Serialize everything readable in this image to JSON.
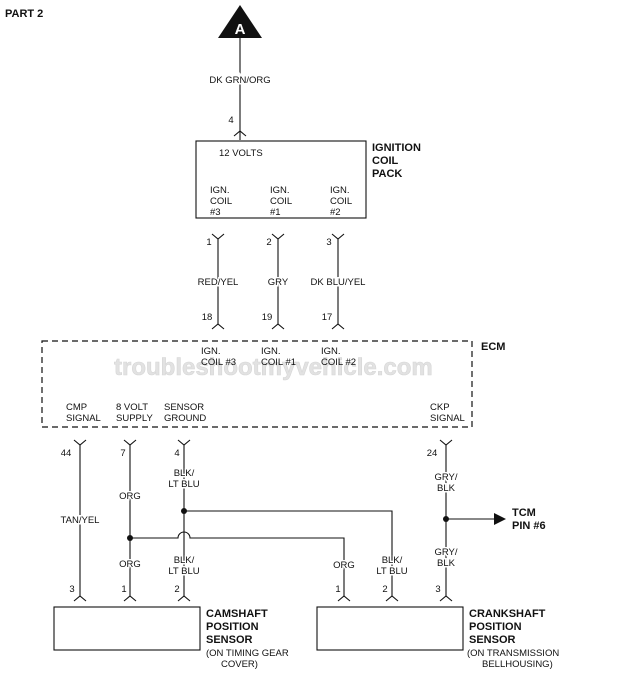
{
  "page_label": "PART 2",
  "connector": {
    "letter": "A"
  },
  "watermark": "troubleshootmyvehicle.com",
  "top_wire": {
    "color": "DK GRN/ORG",
    "pin": "4"
  },
  "coil_pack": {
    "title": [
      "IGNITION",
      "COIL",
      "PACK"
    ],
    "voltage": "12 VOLTS",
    "coils": [
      [
        "IGN.",
        "COIL",
        "#3"
      ],
      [
        "IGN.",
        "COIL",
        "#1"
      ],
      [
        "IGN.",
        "COIL",
        "#2"
      ]
    ]
  },
  "coil_wires": [
    {
      "pin_top": "1",
      "color": "RED/YEL",
      "pin_bottom": "18"
    },
    {
      "pin_top": "2",
      "color": "GRY",
      "pin_bottom": "19"
    },
    {
      "pin_top": "3",
      "color": "DK BLU/YEL",
      "pin_bottom": "17"
    }
  ],
  "ecm": {
    "title": "ECM",
    "coil_labels": [
      [
        "IGN.",
        "COIL #3"
      ],
      [
        "IGN.",
        "COIL #1"
      ],
      [
        "IGN.",
        "COIL #2"
      ]
    ],
    "signals": [
      [
        "CMP",
        "SIGNAL"
      ],
      [
        "8 VOLT",
        "SUPPLY"
      ],
      [
        "SENSOR",
        "GROUND"
      ],
      [
        "CKP",
        "SIGNAL"
      ]
    ],
    "pins": [
      "44",
      "7",
      "4",
      "24"
    ]
  },
  "wires": {
    "cmp_signal": "TAN/YEL",
    "supply_top": "ORG",
    "supply_bottom": "ORG",
    "supply_crank": "ORG",
    "ground_top": [
      "BLK/",
      "LT BLU"
    ],
    "ground_cam": [
      "BLK/",
      "LT BLU"
    ],
    "ground_crank": [
      "BLK/",
      "LT BLU"
    ],
    "ckp_top": [
      "GRY/",
      "BLK"
    ],
    "ckp_bottom": [
      "GRY/",
      "BLK"
    ]
  },
  "tcm": [
    "TCM",
    "PIN #6"
  ],
  "cam_sensor": {
    "title": [
      "CAMSHAFT",
      "POSITION",
      "SENSOR"
    ],
    "note": [
      "(ON TIMING GEAR",
      "COVER)"
    ],
    "pins": [
      "3",
      "1",
      "2"
    ]
  },
  "crank_sensor": {
    "title": [
      "CRANKSHAFT",
      "POSITION",
      "SENSOR"
    ],
    "note": [
      "(ON TRANSMISSION",
      "BELLHOUSING)"
    ],
    "pins": [
      "1",
      "2",
      "3"
    ]
  }
}
